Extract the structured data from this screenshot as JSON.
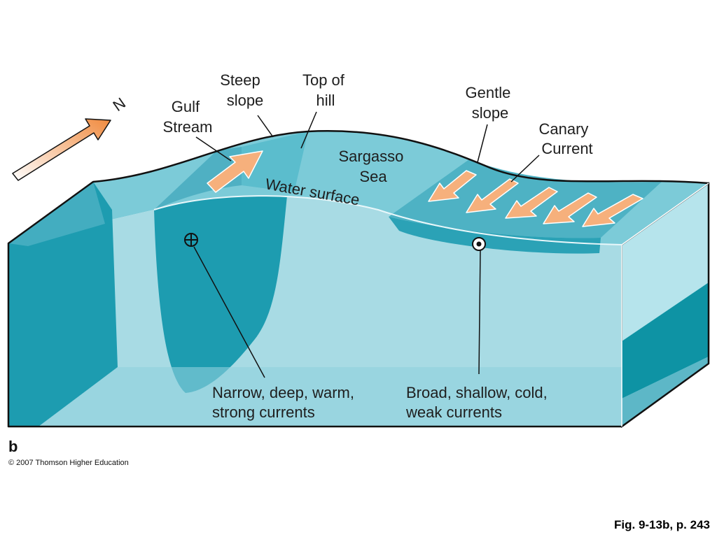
{
  "labels": {
    "gulf_stream": [
      "Gulf",
      "Stream"
    ],
    "steep_slope": [
      "Steep",
      "slope"
    ],
    "top_of_hill": [
      "Top of",
      "hill"
    ],
    "gentle_slope": [
      "Gentle",
      "slope"
    ],
    "canary_current": [
      "Canary",
      "Current"
    ],
    "sargasso_sea": [
      "Sargasso",
      "Sea"
    ],
    "water_surface": "Water surface",
    "narrow_currents": [
      "Narrow, deep, warm,",
      "strong currents"
    ],
    "broad_currents": [
      "Broad, shallow, cold,",
      "weak currents"
    ]
  },
  "north_label": "N",
  "panel_letter": "b",
  "copyright": "© 2007 Thomson Higher Education",
  "figure_reference": "Fig. 9-13b, p. 243",
  "colors": {
    "front_face": "#a8dbe4",
    "dark_current": "#1d9cb0",
    "top_surface": "#6fc3d2",
    "current_zone_top": "#4eb2c4",
    "right_side": "#b6e4ec",
    "right_dark": "#0e93a4",
    "arrow_fill": "#f6b07c",
    "outline": "#111111"
  }
}
